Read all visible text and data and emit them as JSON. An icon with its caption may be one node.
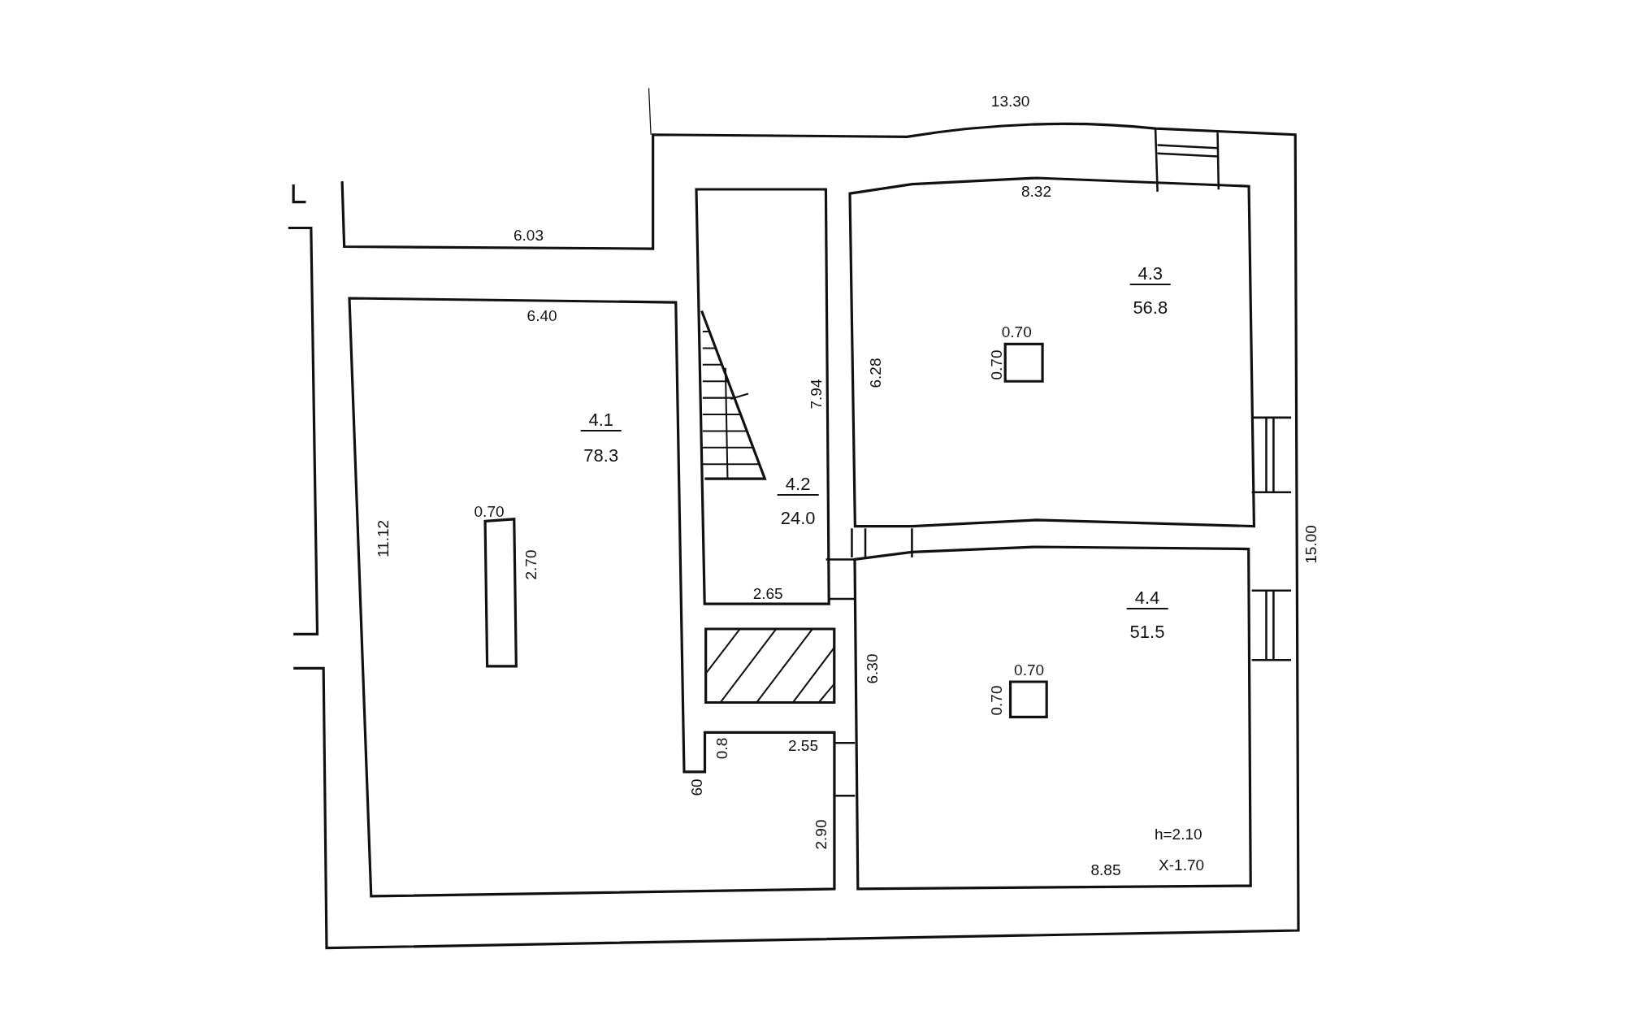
{
  "diagram": {
    "nodes": [
      {
        "text": [
          "4.1",
          "78.3"
        ]
      },
      {
        "text": [
          "4.2",
          "24.0"
        ]
      },
      {
        "text": [
          "4.3",
          "56.8"
        ]
      },
      {
        "text": [
          "4.4",
          "51.5"
        ]
      }
    ],
    "labels": [
      "13.30",
      "8.32",
      "6.03",
      "6.40",
      "7.94",
      "6.28",
      "0.70",
      "0.70",
      "11.12",
      "0.70",
      "2.70",
      "15.00",
      "2.65",
      "0.70",
      "6.30",
      "0.70",
      "0.8",
      "2.55",
      "60",
      "2.90",
      "h=2.10",
      "8.85",
      "X-1.70"
    ]
  }
}
